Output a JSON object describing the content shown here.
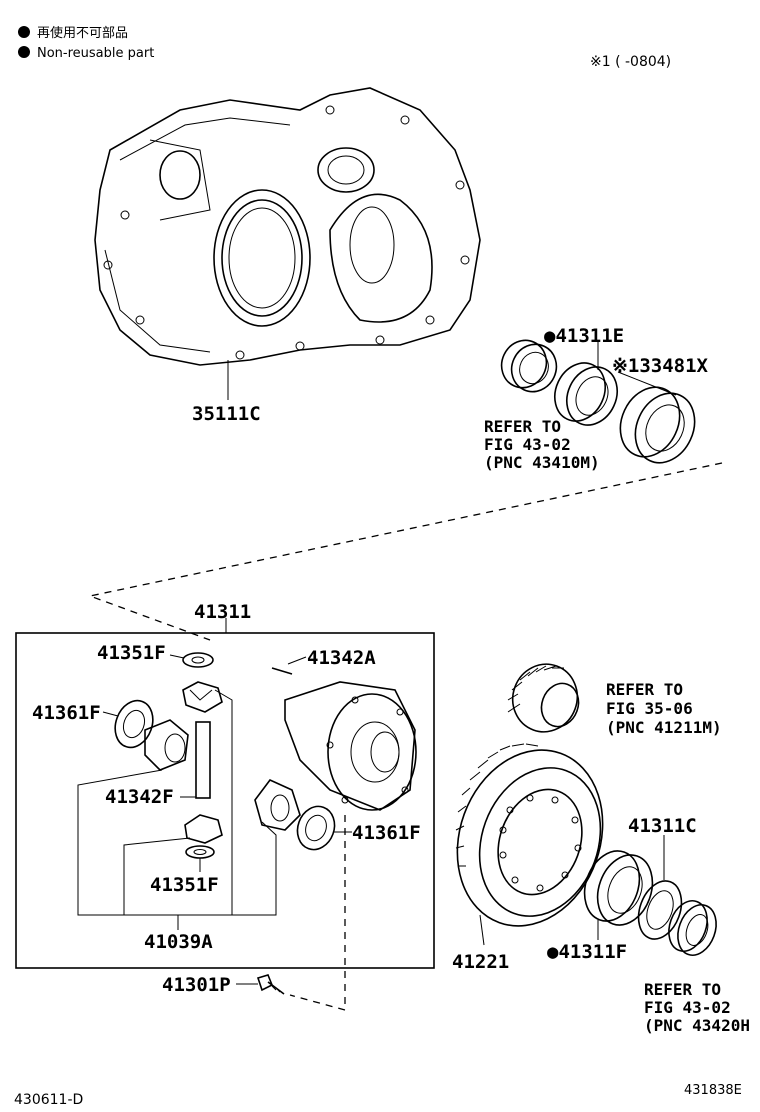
{
  "legend": {
    "jp": "再使用不可部品",
    "en": "Non-reusable part"
  },
  "note": "※1 (     -0804)",
  "labels": {
    "p35111c": "35111C",
    "p41311e": "●41311E",
    "p33481x": "※133481X",
    "p41311": "41311",
    "p41351f_a": "41351F",
    "p41342a": "41342A",
    "p41361f_a": "41361F",
    "p41342f": "41342F",
    "p41361f_b": "41361F",
    "p41351f_b": "41351F",
    "p41039a": "41039A",
    "p41301p": "41301P",
    "p41311c": "41311C",
    "p41221": "41221",
    "p41311f": "●41311F"
  },
  "refs": {
    "ref1": [
      "REFER TO",
      "FIG 43-02",
      "(PNC 43410M)"
    ],
    "ref2": [
      "REFER TO",
      "FIG 35-06",
      "(PNC 41211M)"
    ],
    "ref3": [
      "REFER TO",
      "FIG 43-02",
      "(PNC 43420H"
    ]
  },
  "footer": {
    "left": "430611-D",
    "right": "431838E"
  }
}
